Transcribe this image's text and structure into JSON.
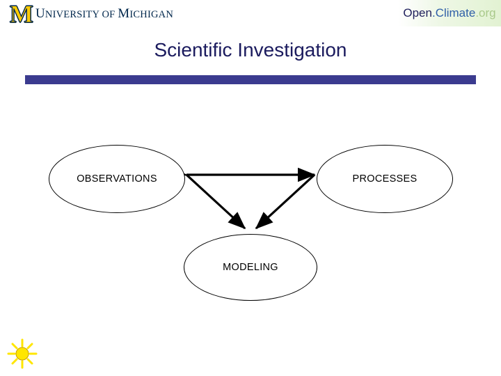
{
  "header": {
    "university_logo": {
      "block_m": "M",
      "wordmark_major": "U",
      "wordmark_rest": "NIVERSITY OF ",
      "wordmark_m2": "M",
      "wordmark_tail": "ICHIGAN"
    },
    "openclimate_logo": {
      "part1": "Open",
      "part2": ".Climate",
      "part3": ".org"
    }
  },
  "title": "Scientific Investigation",
  "diagram": {
    "type": "triangle-cycle",
    "nodes": [
      {
        "id": "observations",
        "label": "OBSERVATIONS"
      },
      {
        "id": "processes",
        "label": "PROCESSES"
      },
      {
        "id": "modeling",
        "label": "MODELING"
      }
    ],
    "edges": [
      {
        "from": "observations",
        "to": "processes",
        "arrows": "both"
      },
      {
        "from": "processes",
        "to": "modeling",
        "arrows": "end"
      },
      {
        "from": "observations",
        "to": "modeling",
        "arrows": "end"
      }
    ]
  },
  "colors": {
    "title_text": "#1b1b5e",
    "title_bar": "#3b3b8f",
    "maize": "#FFCB05",
    "blue": "#00274C",
    "sun": "#FFE600"
  }
}
